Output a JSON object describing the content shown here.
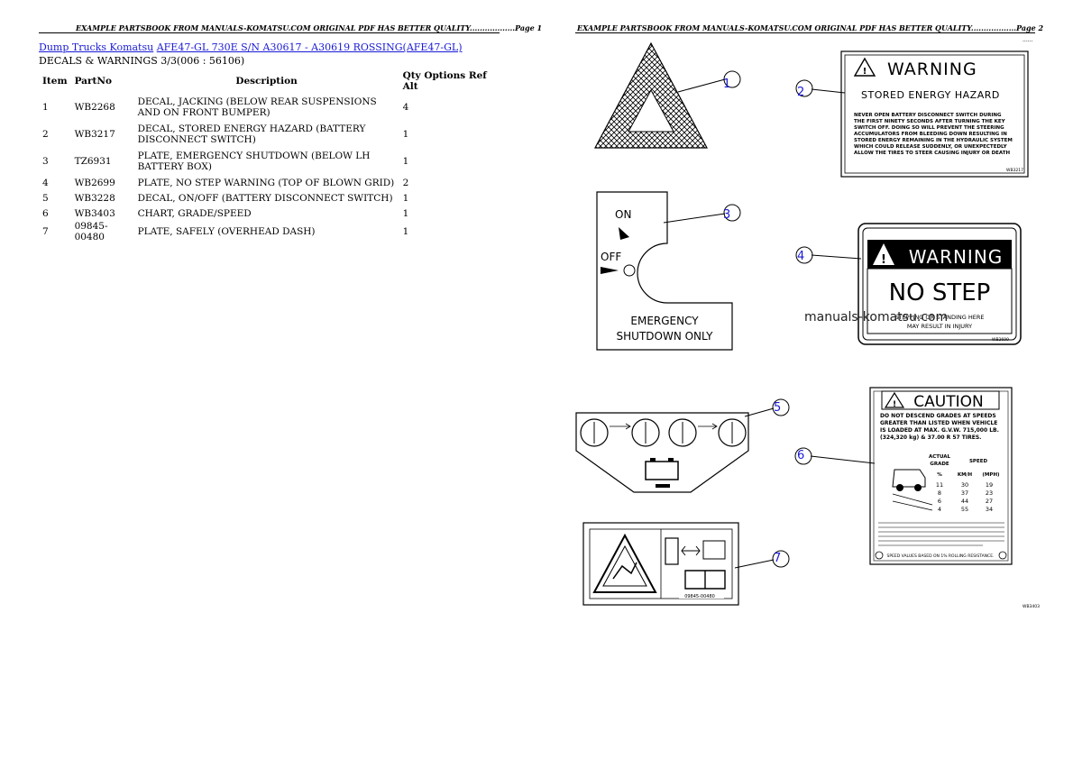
{
  "header": {
    "page1": "EXAMPLE PARTSBOOK FROM MANUALS-KOMATSU.COM ORIGINAL PDF HAS BETTER QUALITY..................Page 1",
    "page2": "EXAMPLE PARTSBOOK FROM MANUALS-KOMATSU.COM ORIGINAL PDF HAS BETTER QUALITY..................Page 2",
    "page2_dots": "......"
  },
  "breadcrumb": {
    "link1": "Dump Trucks Komatsu",
    "link2": "AFE47-GL 730E S/N A30617 - A30619 ROSSING(AFE47-GL)"
  },
  "section_title": "DECALS & WARNINGS 3/3(006 : 56106)",
  "table": {
    "headers": {
      "item": "Item",
      "partno": "PartNo",
      "description": "Description",
      "qty": "Qty Options Ref Alt"
    },
    "rows": [
      {
        "item": "1",
        "partno": "WB2268",
        "desc": "DECAL, JACKING (BELOW REAR SUSPENSIONS AND ON FRONT BUMPER)",
        "qty": "4"
      },
      {
        "item": "2",
        "partno": "WB3217",
        "desc": "DECAL, STORED ENERGY HAZARD (BATTERY DISCONNECT SWITCH)",
        "qty": "1"
      },
      {
        "item": "3",
        "partno": "TZ6931",
        "desc": "PLATE, EMERGENCY SHUTDOWN (BELOW LH BATTERY BOX)",
        "qty": "1"
      },
      {
        "item": "4",
        "partno": "WB2699",
        "desc": "PLATE, NO STEP WARNING (TOP OF BLOWN GRID)",
        "qty": "2"
      },
      {
        "item": "5",
        "partno": "WB3228",
        "desc": "DECAL, ON/OFF (BATTERY DISCONNECT SWITCH)",
        "qty": "1"
      },
      {
        "item": "6",
        "partno": "WB3403",
        "desc": "CHART, GRADE/SPEED",
        "qty": "1"
      },
      {
        "item": "7",
        "partno": "09845-00480",
        "desc": "PLATE, SAFELY (OVERHEAD DASH)",
        "qty": "1"
      }
    ]
  },
  "figures": {
    "callouts": [
      "1",
      "2",
      "3",
      "4",
      "5",
      "6",
      "7"
    ],
    "warning2": {
      "title": "WARNING",
      "subtitle": "STORED ENERGY HAZARD",
      "body": [
        "NEVER OPEN BATTERY DISCONNECT SWITCH DURING",
        "THE FIRST NINETY SECONDS AFTER TURNING THE KEY",
        "SWITCH OFF. DOING SO WILL PREVENT THE STEERING",
        "ACCUMULATORS FROM BLEEDING DOWN RESULTING IN",
        "STORED ENERGY REMAINING IN THE HYDRAULIC SYSTEM",
        "WHICH COULD RELEASE SUDDENLY, OR UNEXPECTEDLY",
        "ALLOW THE TIRES TO STEER CAUSING INJURY OR DEATH"
      ],
      "code": "WB3217"
    },
    "plate3": {
      "on": "ON",
      "off": "OFF",
      "line1": "EMERGENCY",
      "line2": "SHUTDOWN ONLY"
    },
    "warning4": {
      "title": "WARNING",
      "big": "NO STEP",
      "line1": "STEPPING OR STANDING HERE",
      "line2": "MAY RESULT IN INJURY",
      "code": "WB2699"
    },
    "caution6": {
      "title": "CAUTION",
      "lines": [
        "DO NOT DESCEND GRADES AT SPEEDS",
        "GREATER THAN LISTED WHEN VEHICLE",
        "IS LOADED AT MAX. G.V.W. 715,000 LB.",
        "(324,320 kg) & 37.00 R 57 TIRES."
      ],
      "col_actual": "ACTUAL",
      "col_grade": "GRADE",
      "col_speed": "SPEED",
      "col_pct": "%",
      "col_kmh": "KM/H",
      "col_mph": "(MPH)",
      "rows": [
        [
          "11",
          "30",
          "19"
        ],
        [
          "8",
          "37",
          "23"
        ],
        [
          "6",
          "44",
          "27"
        ],
        [
          "4",
          "55",
          "34"
        ]
      ],
      "footer": "SPEED VALUES BASED ON 1% ROLLING RESISTANCE."
    },
    "plate7": {
      "code": "09845-00480"
    },
    "watermark": "manuals-komatsu.com",
    "corner_mark": "WB3403"
  }
}
